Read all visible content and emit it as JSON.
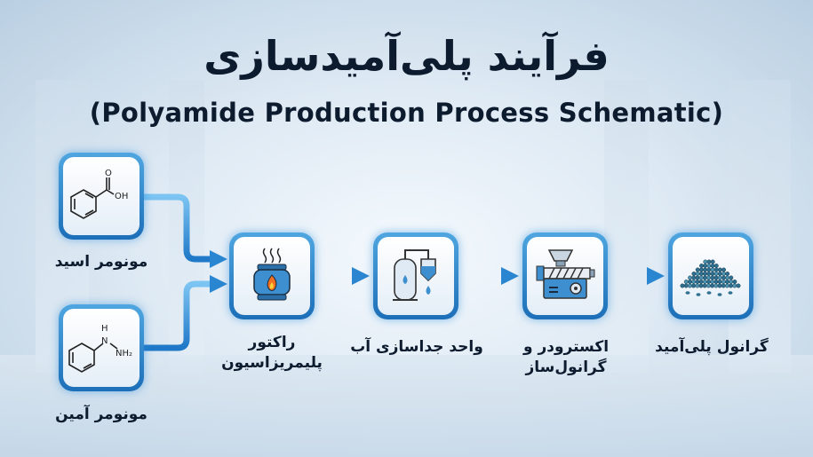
{
  "title": "فرآیند پلی‌آمیدسازی",
  "subtitle": "(Polyamide Production Process Schematic)",
  "colors": {
    "accent": "#2a86d0",
    "text": "#0d1b2e"
  },
  "nodes": {
    "acid": {
      "label": "مونومر اسید",
      "formula": "OH",
      "icon": "benzoic-acid-structure"
    },
    "amine": {
      "label": "مونومر آمین",
      "formula_h": "H",
      "formula_n": "N",
      "formula_nh2": "NH₂",
      "icon": "phenylhydrazine-structure"
    },
    "reactor": {
      "label_line1": "راکتور",
      "label_line2": "پلیمریزاسیون",
      "icon": "reactor-flame-icon"
    },
    "water": {
      "label": "واحد جداسازی آب",
      "icon": "separator-water-drop-icon"
    },
    "extruder": {
      "label_line1": "اکسترودر و",
      "label_line2": "گرانول‌ساز",
      "icon": "extruder-icon"
    },
    "granule": {
      "label": "گرانول پلی‌آمید",
      "icon": "pellet-pile-icon"
    }
  }
}
